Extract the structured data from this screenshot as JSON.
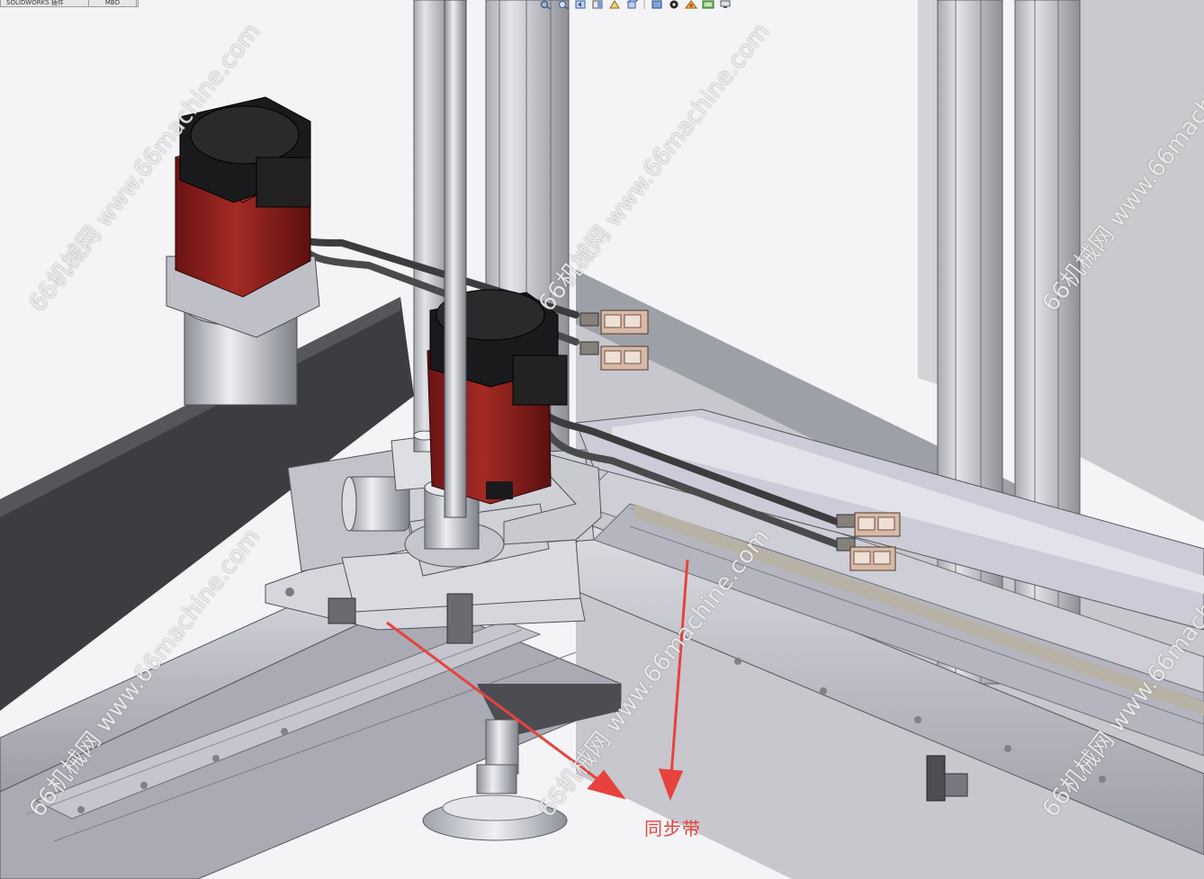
{
  "document_tabs": {
    "tab_a": "SOLIDWORKS 插件",
    "tab_b": "MBD"
  },
  "heads_up_toolbar": {
    "icons": [
      "zoom-to-fit-icon",
      "zoom-to-area-icon",
      "previous-view-icon",
      "section-view-icon",
      "dynamic-annotation-icon",
      "view-orientation-icon",
      "display-style-icon",
      "hide-show-items-icon",
      "edit-appearance-icon",
      "apply-scene-icon",
      "view-settings-icon"
    ]
  },
  "callout": {
    "label": "同步带",
    "color": "#e8423f"
  },
  "watermark": {
    "text": "66机械网 www.66machine.com"
  },
  "colors": {
    "motor_red": "#8a1c1c",
    "aluminum": "#c8c9cf",
    "panel_dark": "#3a3a3c",
    "background": "#f4f4f6"
  }
}
